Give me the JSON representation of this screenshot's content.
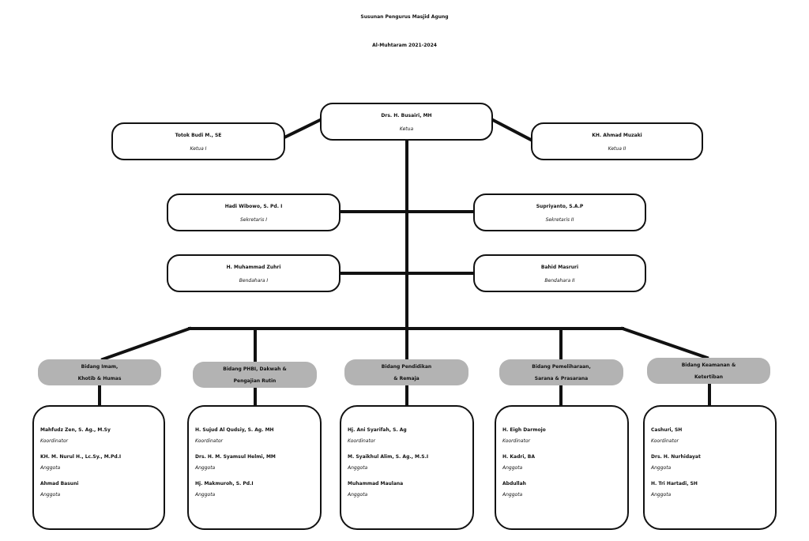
{
  "title": {
    "line1": "Susunan Pengurus Masjid Agung",
    "line2": "Al-Muhtaram 2021-2024"
  },
  "leaders": {
    "ketua": {
      "name": "Drs. H. Busairi, MH",
      "role": "Ketua"
    },
    "ketua1": {
      "name": "Totok Budi M., SE",
      "role": "Ketua I"
    },
    "ketua2": {
      "name": "KH. Ahmad Muzaki",
      "role": "Ketua II"
    },
    "sekretaris1": {
      "name": "Hadi Wibowo, S. Pd. I",
      "role": "Sekretaris I"
    },
    "sekretaris2": {
      "name": "Supriyanto, S.A.P",
      "role": "Sekretaris II"
    },
    "bendahara1": {
      "name": "H. Muhammad Zuhri",
      "role": "Bendahara I"
    },
    "bendahara2": {
      "name": "Bahid Masruri",
      "role": "Bendahara II"
    }
  },
  "divisions": [
    {
      "line1": "Bidang Imam,",
      "line2": "Khotib & Humas",
      "members": [
        {
          "name": "Mahfudz Zen, S. Ag., M.Sy",
          "role": "Koordinator"
        },
        {
          "name": "KH. M. Nurul H., Lc.Sy., M.Pd.I",
          "role": "Anggota"
        },
        {
          "name": "Ahmad Basuni",
          "role": "Anggota"
        }
      ]
    },
    {
      "line1": "Bidang PHBI, Dakwah &",
      "line2": "Pengajian Rutin",
      "members": [
        {
          "name": "H. Sujud Al Qudsiy, S. Ag. MH",
          "role": "Koordinator"
        },
        {
          "name": "Drs. H. M. Syamsul Helmi, MM",
          "role": "Anggota"
        },
        {
          "name": "Hj. Makmuroh, S. Pd.I",
          "role": "Anggota"
        }
      ]
    },
    {
      "line1": "Bidang Pendidikan",
      "line2": "& Remaja",
      "members": [
        {
          "name": "Hj. Ani Syarifah, S. Ag",
          "role": "Koordinator"
        },
        {
          "name": "M. Syaikhul Alim, S. Ag., M.S.I",
          "role": "Anggota"
        },
        {
          "name": "Muhammad Maulana",
          "role": "Anggota"
        }
      ]
    },
    {
      "line1": "Bidang Pemeliharaan,",
      "line2": "Sarana & Prasarana",
      "members": [
        {
          "name": "H. Eigh Darmojo",
          "role": "Koordinator"
        },
        {
          "name": "H. Kadri, BA",
          "role": "Anggota"
        },
        {
          "name": "Abdullah",
          "role": "Anggota"
        }
      ]
    },
    {
      "line1": "Bidang Keamanan &",
      "line2": "Ketertiban",
      "members": [
        {
          "name": "Cashuri, SH",
          "role": "Koordinator"
        },
        {
          "name": "Drs. H. Nurhidayat",
          "role": "Anggota"
        },
        {
          "name": "H. Tri Hartadi, SH",
          "role": "Anggota"
        }
      ]
    }
  ]
}
